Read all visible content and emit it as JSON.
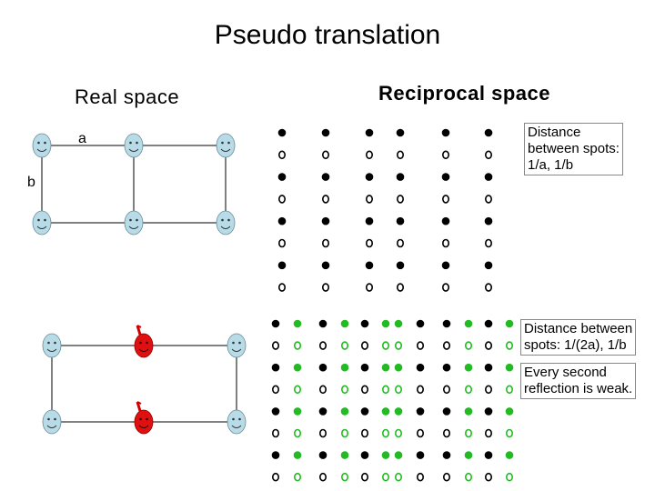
{
  "title": "Pseudo translation",
  "real_space": {
    "heading": "Real space",
    "label_a": "a",
    "label_b": "b"
  },
  "reciprocal_space": {
    "heading": "Reciprocal space"
  },
  "notes": {
    "normal": [
      "Distance",
      "between spots:",
      "1/a, 1/b"
    ],
    "pseudo_spacing": [
      "Distance between",
      "spots:  1/(2a), 1/b"
    ],
    "weak": [
      "Every second",
      "reflection is weak."
    ]
  },
  "colors": {
    "face": "#b8dbe8",
    "pseudo_face": "#e01010",
    "weak_spot": "#22bb22",
    "strong_spot": "#000000"
  },
  "icons": [
    "smiley-face-icon",
    "red-molecule-icon"
  ]
}
